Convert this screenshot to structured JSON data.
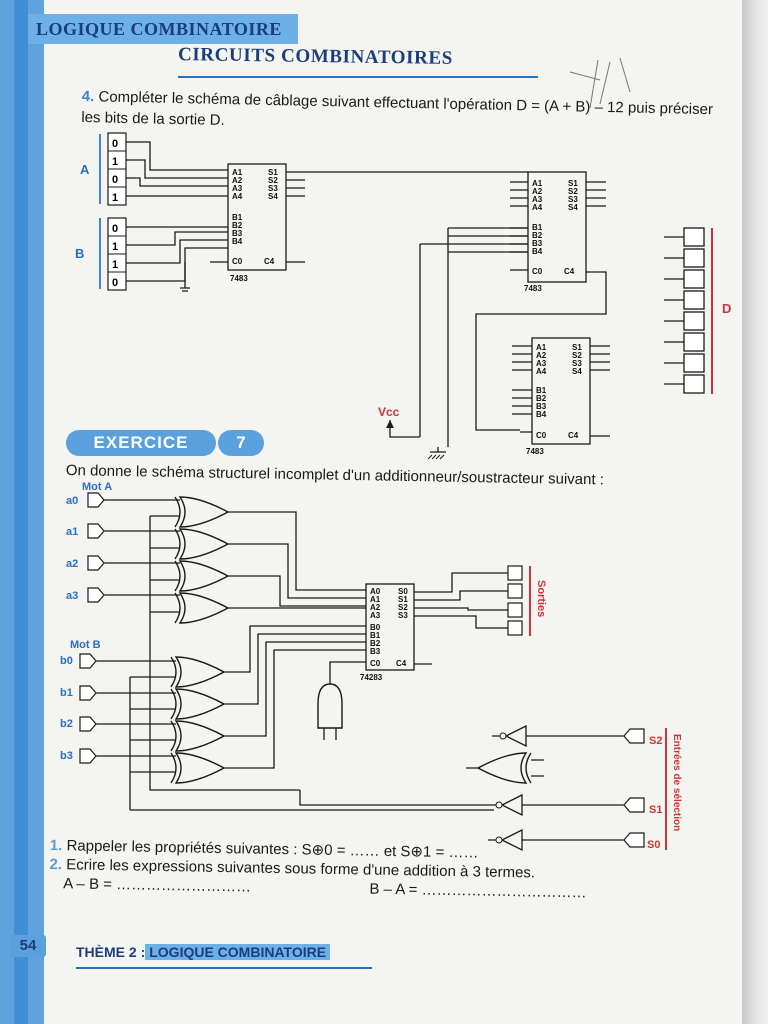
{
  "header": {
    "section": "LOGIQUE COMBINATOIRE",
    "title": "CIRCUITS COMBINATOIRES"
  },
  "exercise4": {
    "number": "4.",
    "text": "Compléter le schéma de câblage suivant effectuant l'opération  D = (A + B) – 12 puis préciser les bits de la sortie D.",
    "input_A_label": "A",
    "input_A_bits": [
      "0",
      "1",
      "0",
      "1"
    ],
    "input_B_label": "B",
    "input_B_bits": [
      "0",
      "1",
      "1",
      "0"
    ],
    "output_label": "D",
    "vcc_label": "Vcc",
    "chip_name": "7483",
    "chip_pins_left": [
      "A1",
      "A2",
      "A3",
      "A4",
      "B1",
      "B2",
      "B3",
      "B4",
      "C0"
    ],
    "chip_pins_right": [
      "S1",
      "S2",
      "S3",
      "S4",
      "C4"
    ]
  },
  "exercise7": {
    "badge": "EXERCICE",
    "number": "7",
    "intro": "On donne le schéma structurel incomplet d'un additionneur/soustracteur suivant :",
    "mot_a": "Mot A",
    "mot_b": "Mot B",
    "a_inputs": [
      "a0",
      "a1",
      "a2",
      "a3"
    ],
    "b_inputs": [
      "b0",
      "b1",
      "b2",
      "b3"
    ],
    "chip_name": "74283",
    "chip_pins_left": [
      "A0",
      "A1",
      "A2",
      "A3",
      "B0",
      "B1",
      "B2",
      "B3",
      "C0"
    ],
    "chip_pins_right": [
      "S0",
      "S1",
      "S2",
      "S3",
      "C4"
    ],
    "outputs_label": "Sorties",
    "selection_label": "Entrées de sélection",
    "selection_inputs": [
      "S2",
      "S1",
      "S0"
    ]
  },
  "questions": [
    {
      "n": "1.",
      "text": "Rappeler les propriétés suivantes : S⊕0 = ……   et  S⊕1 = ……"
    },
    {
      "n": "2.",
      "text": "Ecrire les expressions suivantes sous forme d'une addition à 3 termes."
    }
  ],
  "answers": {
    "a_minus_b": "A – B = ………………………",
    "b_minus_a": "B – A = ……………………………"
  },
  "footer": {
    "page": "54",
    "theme": "THÈME 2 :",
    "theme_title": "LOGIQUE COMBINATOIRE"
  }
}
